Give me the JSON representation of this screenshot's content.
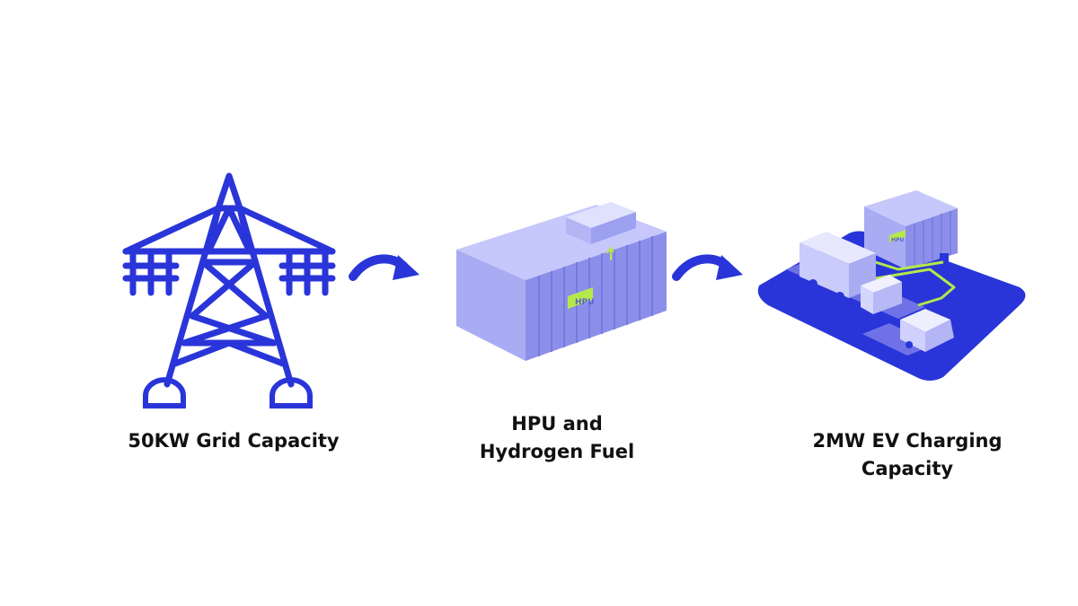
{
  "steps": [
    {
      "icon": "transmission-tower-icon",
      "label_lines": [
        "50KW Grid Capacity"
      ]
    },
    {
      "icon": "hpu-container-icon",
      "badge": "HPU",
      "label_lines": [
        "HPU and",
        "Hydrogen Fuel"
      ]
    },
    {
      "icon": "ev-charging-station-icon",
      "badge": "HPU",
      "label_lines": [
        "2MW EV Charging",
        "Capacity"
      ]
    }
  ],
  "colors": {
    "primary_blue": "#2a35d9",
    "container_light": "#a9abf3",
    "container_mid": "#8c8fe9",
    "container_dark": "#7679df",
    "accent_green": "#b5e84a",
    "text": "#111111"
  }
}
